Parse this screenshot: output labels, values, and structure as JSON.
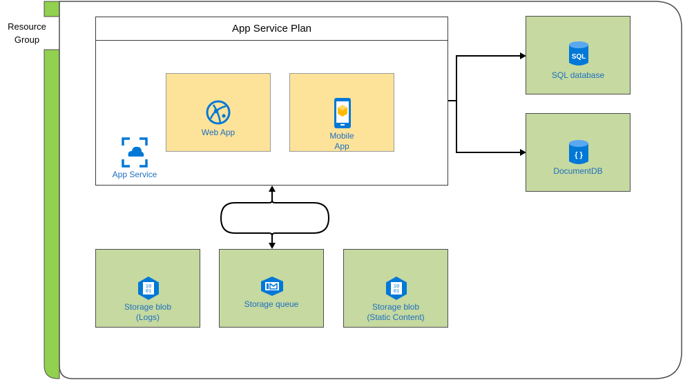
{
  "resource_group_label": "Resource\nGroup",
  "plan": {
    "title": "App Service Plan"
  },
  "app_service": {
    "label": "App Service",
    "icon": "app-service-icon"
  },
  "web_app": {
    "label": "Web App",
    "icon": "web-app-icon"
  },
  "mobile_app": {
    "label": "Mobile\nApp",
    "icon": "mobile-app-icon"
  },
  "sql_database": {
    "label": "SQL database",
    "icon": "sql-database-icon",
    "icon_text": "SQL"
  },
  "document_db": {
    "label": "DocumentDB",
    "icon": "documentdb-icon",
    "icon_text": "{ }"
  },
  "storage_blob_logs": {
    "label": "Storage blob\n(Logs)",
    "icon": "storage-blob-icon",
    "icon_text": "10\n01"
  },
  "storage_queue": {
    "label": "Storage queue",
    "icon": "storage-queue-icon"
  },
  "storage_blob_static": {
    "label": "Storage blob\n(Static Content)",
    "icon": "storage-blob-icon",
    "icon_text": "10\n01"
  },
  "colors": {
    "green_bar": "#92d050",
    "green_box": "#c5d9a0",
    "yellow_box": "#fde39a",
    "icon_blue": "#0078d7",
    "label_blue": "#1f6fbf"
  }
}
